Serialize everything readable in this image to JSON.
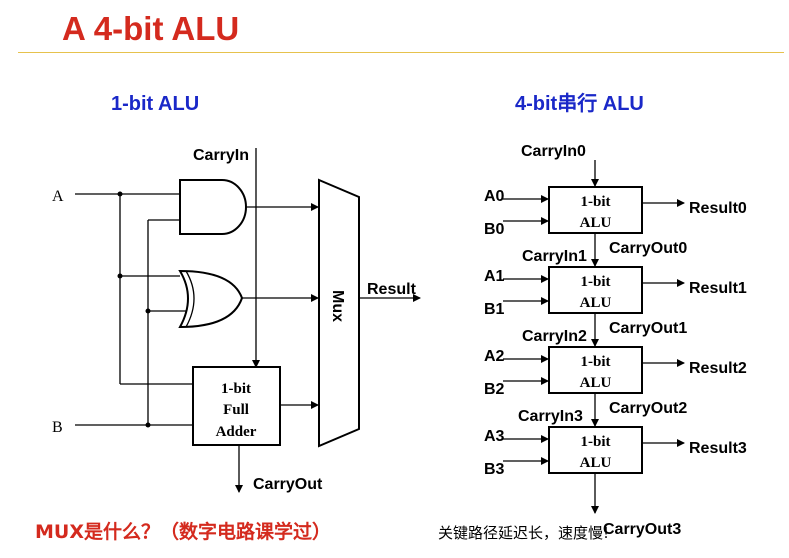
{
  "title": "A 4-bit ALU",
  "left_diagram": {
    "heading": "1-bit ALU",
    "carry_in": "CarryIn",
    "input_a": "A",
    "input_b": "B",
    "adder_lines": [
      "1-bit",
      "Full",
      "Adder"
    ],
    "mux": "Mux",
    "result": "Result",
    "carry_out": "CarryOut"
  },
  "right_diagram": {
    "heading": "4-bit串行 ALU",
    "top_carry_in": "CarryIn0",
    "stages": [
      {
        "a": "A0",
        "b": "B0",
        "box_lines": [
          "1-bit",
          "ALU"
        ],
        "result": "Result0",
        "carry_in": "",
        "carry_out": "CarryOut0"
      },
      {
        "a": "A1",
        "b": "B1",
        "box_lines": [
          "1-bit",
          "ALU"
        ],
        "result": "Result1",
        "carry_in": "CarryIn1",
        "carry_out": "CarryOut1"
      },
      {
        "a": "A2",
        "b": "B2",
        "box_lines": [
          "1-bit",
          "ALU"
        ],
        "result": "Result2",
        "carry_in": "CarryIn2",
        "carry_out": "CarryOut2"
      },
      {
        "a": "A3",
        "b": "B3",
        "box_lines": [
          "1-bit",
          "ALU"
        ],
        "result": "Result3",
        "carry_in": "CarryIn3",
        "carry_out": "CarryOut3"
      }
    ]
  },
  "question": "MUX是什么？（数字电路课学过）",
  "note": "关键路径延迟长，速度慢!",
  "colors": {
    "title": "#d42a1e",
    "heading": "#1a28c8",
    "rule": "#e6c24d"
  }
}
